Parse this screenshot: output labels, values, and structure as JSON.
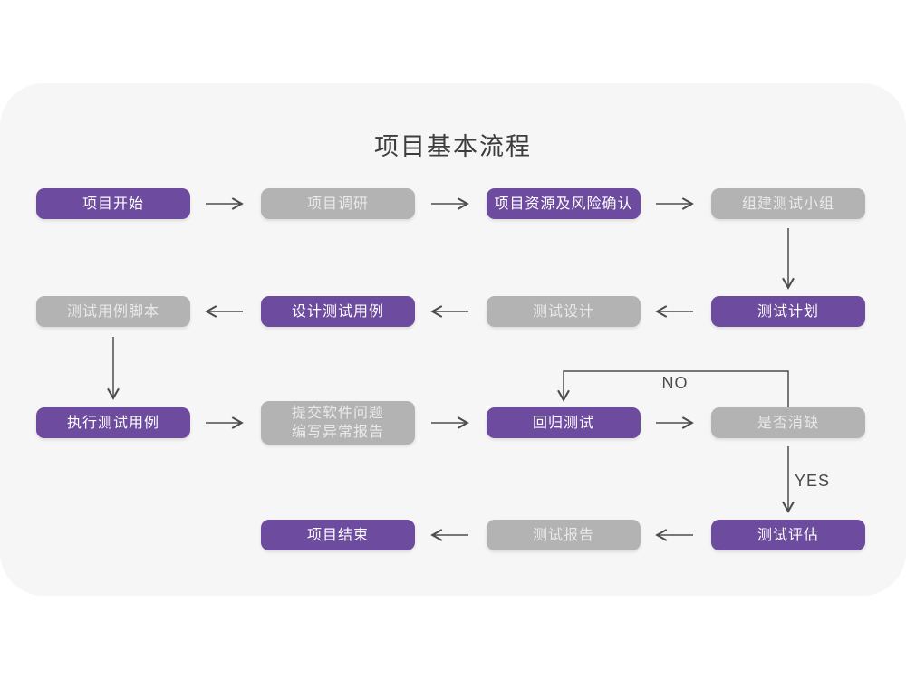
{
  "title": "项目基本流程",
  "colors": {
    "purple": "#6d4b9e",
    "gray": "#b3b3b3",
    "card_bg": "#f6f6f6",
    "arrow": "#4d4d4d",
    "title": "#3d3d3d",
    "label": "#4a4a4a",
    "text_on_purple": "#ffffff",
    "text_on_gray": "#e9e9e9"
  },
  "edge_labels": {
    "no": "NO",
    "yes": "YES"
  },
  "nodes": {
    "project_start": {
      "label": "项目开始",
      "type": "primary"
    },
    "project_research": {
      "label": "项目调研",
      "type": "secondary"
    },
    "resource_risk": {
      "label": "项目资源及风险确认",
      "type": "primary"
    },
    "build_team": {
      "label": "组建测试小组",
      "type": "secondary"
    },
    "test_plan": {
      "label": "测试计划",
      "type": "primary"
    },
    "test_design": {
      "label": "测试设计",
      "type": "secondary"
    },
    "design_cases": {
      "label": "设计测试用例",
      "type": "primary"
    },
    "case_script": {
      "label": "测试用例脚本",
      "type": "secondary"
    },
    "execute_cases": {
      "label": "执行测试用例",
      "type": "primary"
    },
    "submit_issues": {
      "line1": "提交软件问题",
      "line2": "编写异常报告",
      "type": "secondary"
    },
    "regression_test": {
      "label": "回归测试",
      "type": "primary"
    },
    "defect_resolved": {
      "label": "是否消缺",
      "type": "secondary"
    },
    "test_evaluation": {
      "label": "测试评估",
      "type": "primary"
    },
    "test_report": {
      "label": "测试报告",
      "type": "secondary"
    },
    "project_end": {
      "label": "项目结束",
      "type": "primary"
    }
  },
  "edges": [
    {
      "from": "project_start",
      "to": "project_research",
      "label": ""
    },
    {
      "from": "project_research",
      "to": "resource_risk",
      "label": ""
    },
    {
      "from": "resource_risk",
      "to": "build_team",
      "label": ""
    },
    {
      "from": "build_team",
      "to": "test_plan",
      "label": ""
    },
    {
      "from": "test_plan",
      "to": "test_design",
      "label": ""
    },
    {
      "from": "test_design",
      "to": "design_cases",
      "label": ""
    },
    {
      "from": "design_cases",
      "to": "case_script",
      "label": ""
    },
    {
      "from": "case_script",
      "to": "execute_cases",
      "label": ""
    },
    {
      "from": "execute_cases",
      "to": "submit_issues",
      "label": ""
    },
    {
      "from": "submit_issues",
      "to": "regression_test",
      "label": ""
    },
    {
      "from": "regression_test",
      "to": "defect_resolved",
      "label": ""
    },
    {
      "from": "defect_resolved",
      "to": "regression_test",
      "label": "NO"
    },
    {
      "from": "defect_resolved",
      "to": "test_evaluation",
      "label": "YES"
    },
    {
      "from": "test_evaluation",
      "to": "test_report",
      "label": ""
    },
    {
      "from": "test_report",
      "to": "project_end",
      "label": ""
    }
  ]
}
